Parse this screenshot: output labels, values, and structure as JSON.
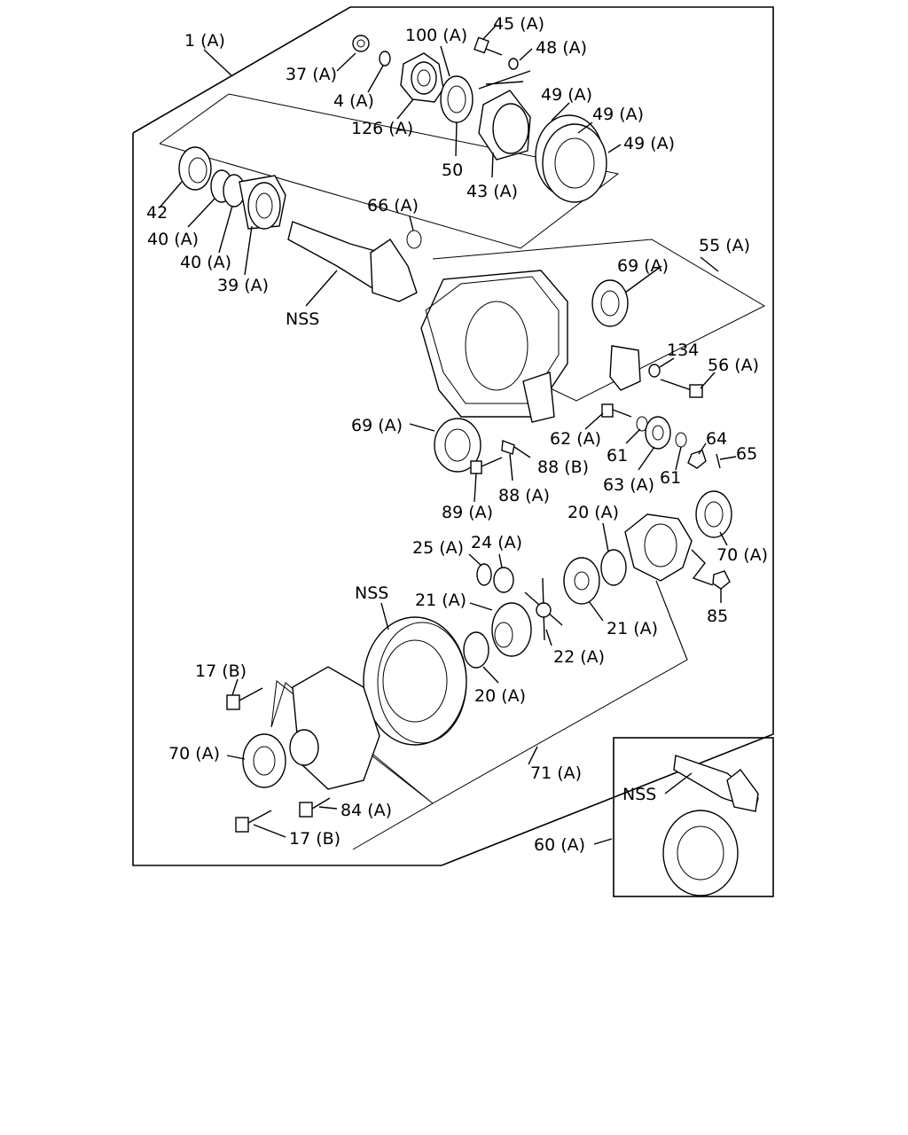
{
  "callouts": {
    "c1": "1 (A)",
    "c37": "37 (A)",
    "c4": "4 (A)",
    "c126": "126 (A)",
    "c100": "100 (A)",
    "c45": "45 (A)",
    "c48": "48 (A)",
    "c50": "50",
    "c43": "43 (A)",
    "c49a": "49 (A)",
    "c49b": "49 (A)",
    "c49c": "49 (A)",
    "c42": "42",
    "c40a": "40 (A)",
    "c40b": "40 (A)",
    "c39": "39 (A)",
    "c66": "66 (A)",
    "cNss1": "NSS",
    "c55": "55 (A)",
    "c69top": "69 (A)",
    "c134": "134",
    "c56": "56 (A)",
    "c69": "69 (A)",
    "c62": "62 (A)",
    "c61a": "61",
    "c63": "63 (A)",
    "c61b": "61",
    "c64": "64",
    "c65": "65",
    "c88b": "88 (B)",
    "c88a": "88 (A)",
    "c89": "89 (A)",
    "c20top": "20 (A)",
    "c70right": "70 (A)",
    "c25": "25 (A)",
    "c24": "24 (A)",
    "cNss2": "NSS",
    "c21left": "21 (A)",
    "c21right": "21 (A)",
    "c22": "22 (A)",
    "c85": "85",
    "c20bot": "20 (A)",
    "c17top": "17 (B)",
    "c70left": "70 (A)",
    "c71": "71 (A)",
    "c84": "84 (A)",
    "c17bot": "17 (B)",
    "cNss3": "NSS",
    "c60": "60 (A)"
  }
}
